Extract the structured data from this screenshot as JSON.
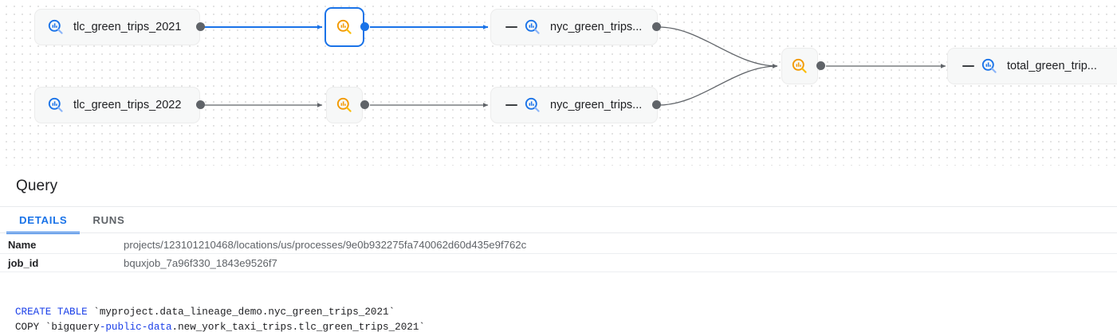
{
  "graph": {
    "nodes": [
      {
        "id": "tlc2021",
        "label": "tlc_green_trips_2021",
        "icon": "bigquery-table-icon",
        "kind": "table",
        "selected": false,
        "collapsible": false
      },
      {
        "id": "tlc2022",
        "label": "tlc_green_trips_2022",
        "icon": "bigquery-table-icon",
        "kind": "table",
        "selected": false,
        "collapsible": false
      },
      {
        "id": "proc1",
        "label": "",
        "icon": "bigquery-process-icon",
        "kind": "process",
        "selected": true,
        "collapsible": false
      },
      {
        "id": "proc2",
        "label": "",
        "icon": "bigquery-process-icon",
        "kind": "process",
        "selected": false,
        "collapsible": false
      },
      {
        "id": "nyc1",
        "label": "nyc_green_trips...",
        "icon": "bigquery-table-icon",
        "kind": "table",
        "selected": false,
        "collapsible": true
      },
      {
        "id": "nyc2",
        "label": "nyc_green_trips...",
        "icon": "bigquery-table-icon",
        "kind": "table",
        "selected": false,
        "collapsible": true
      },
      {
        "id": "proc3",
        "label": "",
        "icon": "bigquery-process-icon",
        "kind": "process",
        "selected": false,
        "collapsible": false
      },
      {
        "id": "total",
        "label": "total_green_trip...",
        "icon": "bigquery-table-icon",
        "kind": "table",
        "selected": false,
        "collapsible": true
      }
    ],
    "colors": {
      "selected_edge": "#1a73e8",
      "edge": "#5f6368",
      "process_icon": "#f29900",
      "table_icon": "#1a73e8"
    }
  },
  "panel": {
    "title": "Query",
    "tabs": [
      {
        "id": "details",
        "label": "DETAILS",
        "active": true
      },
      {
        "id": "runs",
        "label": "RUNS",
        "active": false
      }
    ],
    "details": [
      {
        "key": "Name",
        "value": "projects/123101210468/locations/us/processes/9e0b932275fa740062d60d435e9f762c"
      },
      {
        "key": "job_id",
        "value": "bquxjob_7a96f330_1843e9526f7"
      }
    ],
    "sql": {
      "line1_kw": "CREATE TABLE",
      "line1_rest": " `myproject.data_lineage_demo.nyc_green_trips_2021`",
      "line2_a": "COPY `bigquery",
      "line2_kw": "-public-data",
      "line2_b": ".new_york_taxi_trips.tlc_green_trips_2021`"
    }
  }
}
